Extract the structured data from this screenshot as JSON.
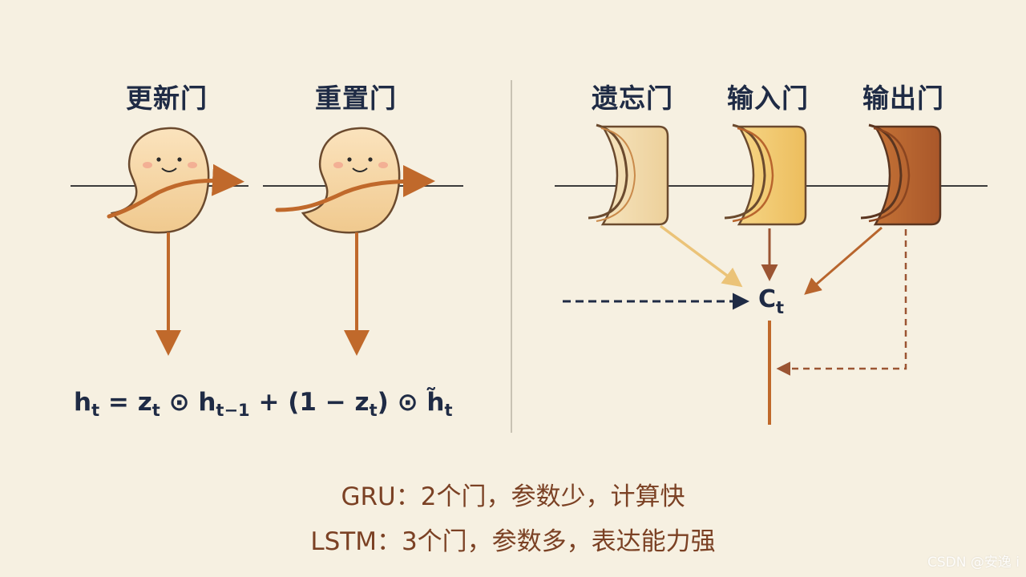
{
  "gru": {
    "gates": [
      {
        "label": "更新门"
      },
      {
        "label": "重置门"
      }
    ],
    "formula": {
      "h": "h",
      "t": "t",
      "eq": " = ",
      "z": "z",
      "odot1": " ⊙ ",
      "tminus1": "t−1",
      "plus": " + (1 − ",
      "close": ") ⊙ ",
      "htilde": "h̃"
    }
  },
  "lstm": {
    "gates": [
      {
        "label": "遗忘门",
        "color": "#f2d9a6"
      },
      {
        "label": "输入门",
        "color": "#f0c56e"
      },
      {
        "label": "输出门",
        "color": "#b8652d"
      }
    ],
    "cell_state": {
      "c": "C",
      "t": "t"
    }
  },
  "summary": {
    "gru_line": "GRU：2个门，参数少，计算快",
    "lstm_line": "LSTM：3个门，参数多，表达能力强"
  },
  "watermark": "CSDN @安逸 i",
  "colors": {
    "background": "#f6f0e1",
    "arrow_orange": "#c0692b",
    "arrow_yellow": "#ebc378",
    "dashed_navy": "#1f2b45",
    "dashed_brown": "#9b5533",
    "text_navy": "#1f2b45",
    "text_brown": "#7b4124"
  }
}
